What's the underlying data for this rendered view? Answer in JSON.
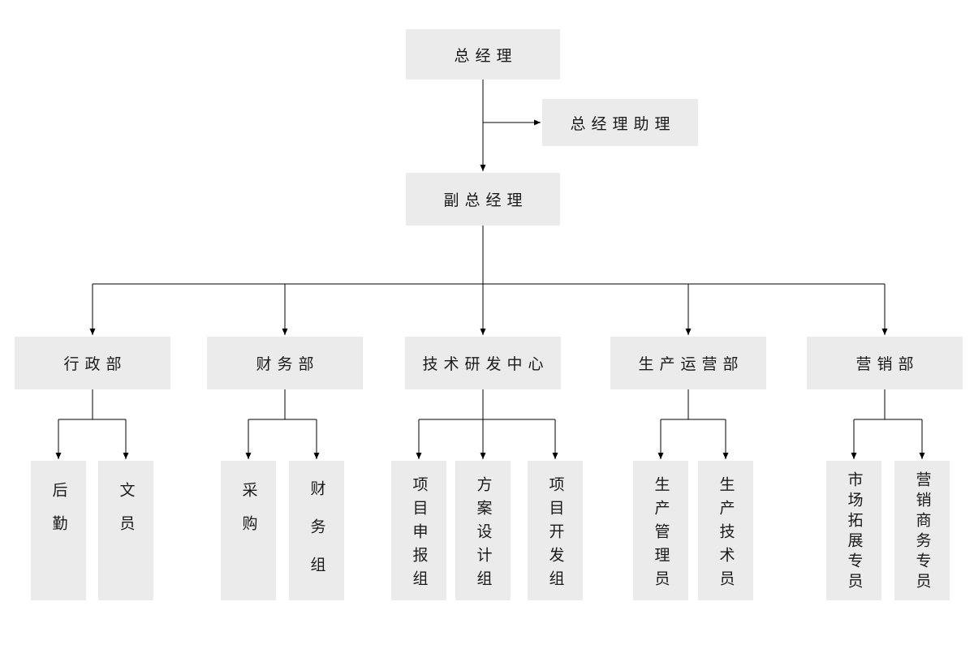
{
  "page": {
    "background": "#ffffff"
  },
  "colors": {
    "node_fill": "#ebebeb",
    "node_text": "#1a1a1a",
    "connector_line": "#000000"
  },
  "org": {
    "root": {
      "label": "总经理"
    },
    "assistant": {
      "label": "总经理助理"
    },
    "deputy": {
      "label": "副总经理"
    },
    "departments": [
      {
        "label": "行政部",
        "children": [
          {
            "label": "后勤"
          },
          {
            "label": "文员"
          }
        ]
      },
      {
        "label": "财务部",
        "children": [
          {
            "label": "采购"
          },
          {
            "label": "财务组"
          }
        ]
      },
      {
        "label": "技术研发中心",
        "children": [
          {
            "label": "项目申报组"
          },
          {
            "label": "方案设计组"
          },
          {
            "label": "项目开发组"
          }
        ]
      },
      {
        "label": "生产运营部",
        "children": [
          {
            "label": "生产管理员"
          },
          {
            "label": "生产技术员"
          }
        ]
      },
      {
        "label": "营销部",
        "children": [
          {
            "label": "市场拓展专员"
          },
          {
            "label": "营销商务专员"
          }
        ]
      }
    ]
  }
}
